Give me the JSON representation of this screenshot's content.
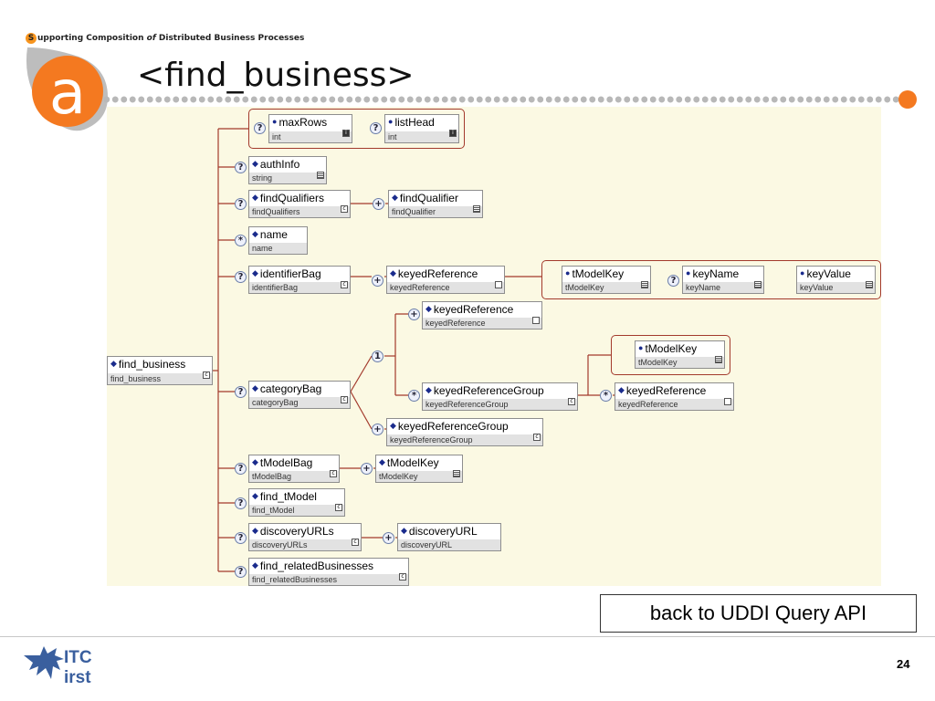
{
  "header": {
    "s_letter": "S",
    "tagline_part1": "upporting Composition",
    "tagline_of": "of",
    "tagline_part2": "Distributed Business Processes",
    "logo_letter": "a",
    "accent_color": "#f47920"
  },
  "title": "<find_business>",
  "diagram": {
    "root": {
      "name": "find_business",
      "type": "find_business"
    },
    "attribute_group": [
      {
        "card": "?",
        "name": "maxRows",
        "type": "int"
      },
      {
        "card": "?",
        "name": "listHead",
        "type": "int"
      }
    ],
    "children": [
      {
        "card": "?",
        "name": "authInfo",
        "type": "string"
      },
      {
        "card": "?",
        "name": "findQualifiers",
        "type": "findQualifiers",
        "child": {
          "card": "+",
          "name": "findQualifier",
          "type": "findQualifier"
        }
      },
      {
        "card": "*",
        "name": "name",
        "type": "name"
      },
      {
        "card": "?",
        "name": "identifierBag",
        "type": "identifierBag",
        "child": {
          "card": "+",
          "name": "keyedReference",
          "type": "keyedReference",
          "attributes": [
            {
              "card": "",
              "name": "tModelKey",
              "type": "tModelKey"
            },
            {
              "card": "?",
              "name": "keyName",
              "type": "keyName"
            },
            {
              "card": "",
              "name": "keyValue",
              "type": "keyValue"
            }
          ]
        }
      },
      {
        "card": "?",
        "name": "categoryBag",
        "type": "categoryBag",
        "choice_card": "1",
        "choice": [
          {
            "card": "+",
            "name": "keyedReference",
            "type": "keyedReference"
          },
          {
            "card": "*",
            "name": "keyedReferenceGroup",
            "type": "keyedReferenceGroup",
            "attribute": {
              "name": "tModelKey",
              "type": "tModelKey"
            },
            "child": {
              "card": "*",
              "name": "keyedReference",
              "type": "keyedReference"
            }
          }
        ],
        "after": {
          "card": "+",
          "name": "keyedReferenceGroup",
          "type": "keyedReferenceGroup"
        }
      },
      {
        "card": "?",
        "name": "tModelBag",
        "type": "tModelBag",
        "child": {
          "card": "+",
          "name": "tModelKey",
          "type": "tModelKey"
        }
      },
      {
        "card": "?",
        "name": "find_tModel",
        "type": "find_tModel"
      },
      {
        "card": "?",
        "name": "discoveryURLs",
        "type": "discoveryURLs",
        "child": {
          "card": "+",
          "name": "discoveryURL",
          "type": "discoveryURL"
        }
      },
      {
        "card": "?",
        "name": "find_relatedBusinesses",
        "type": "find_relatedBusinesses"
      }
    ]
  },
  "back_link": "back to UDDI Query API",
  "footer": {
    "logo_top": "ITC",
    "logo_bottom": "irst",
    "page_number": "24"
  },
  "icons": {
    "element_icon": "bullet-diamond-icon",
    "complex_type_icon": "c-box-icon",
    "string_icon": "lines-box-icon",
    "int_icon": "i-box-icon"
  }
}
